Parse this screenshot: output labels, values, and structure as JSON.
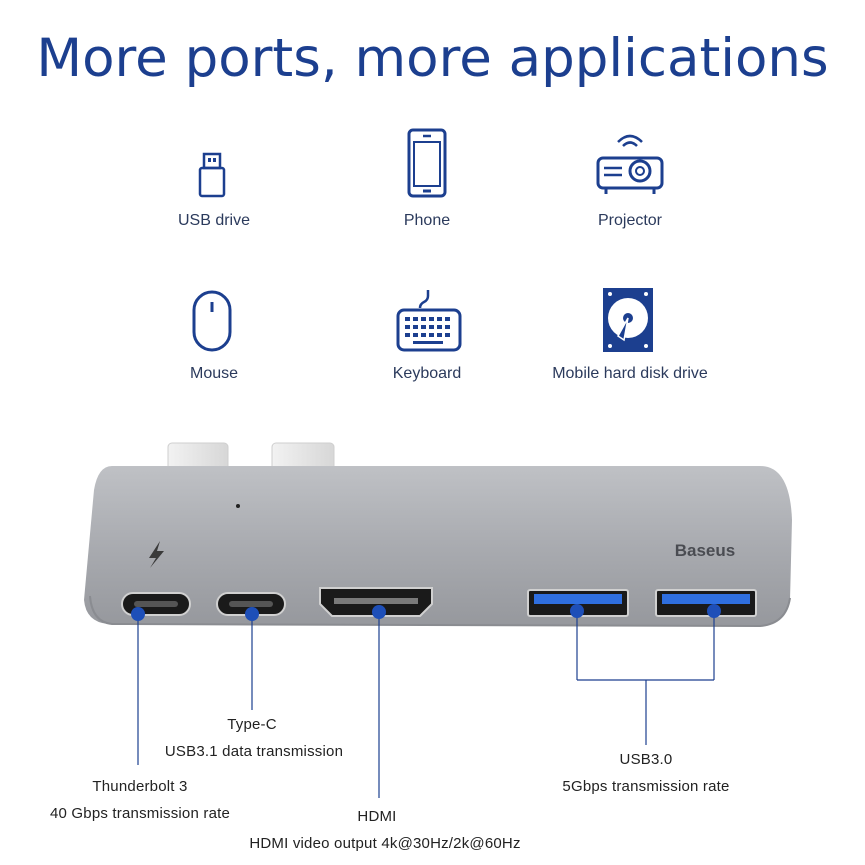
{
  "headline": "More ports, more applications",
  "applications": [
    {
      "label": "USB drive",
      "icon": "usb-drive-icon"
    },
    {
      "label": "Phone",
      "icon": "phone-icon"
    },
    {
      "label": "Projector",
      "icon": "projector-icon"
    },
    {
      "label": "Mouse",
      "icon": "mouse-icon"
    },
    {
      "label": "Keyboard",
      "icon": "keyboard-icon"
    },
    {
      "label": "Mobile hard disk drive",
      "icon": "hard-disk-icon"
    }
  ],
  "device": {
    "brand": "Baseus",
    "colors": {
      "body": "#a9abb0",
      "accent": "#1c3f8f",
      "marker": "#1e4fb8"
    }
  },
  "callouts": {
    "thunderbolt": {
      "title": "Thunderbolt 3",
      "detail": "40 Gbps transmission rate"
    },
    "typec": {
      "title": "Type-C",
      "detail": "USB3.1 data transmission"
    },
    "hdmi": {
      "title": "HDMI",
      "detail": "HDMI video output 4k@30Hz/2k@60Hz"
    },
    "usb3": {
      "title": "USB3.0",
      "detail": "5Gbps transmission rate"
    }
  }
}
